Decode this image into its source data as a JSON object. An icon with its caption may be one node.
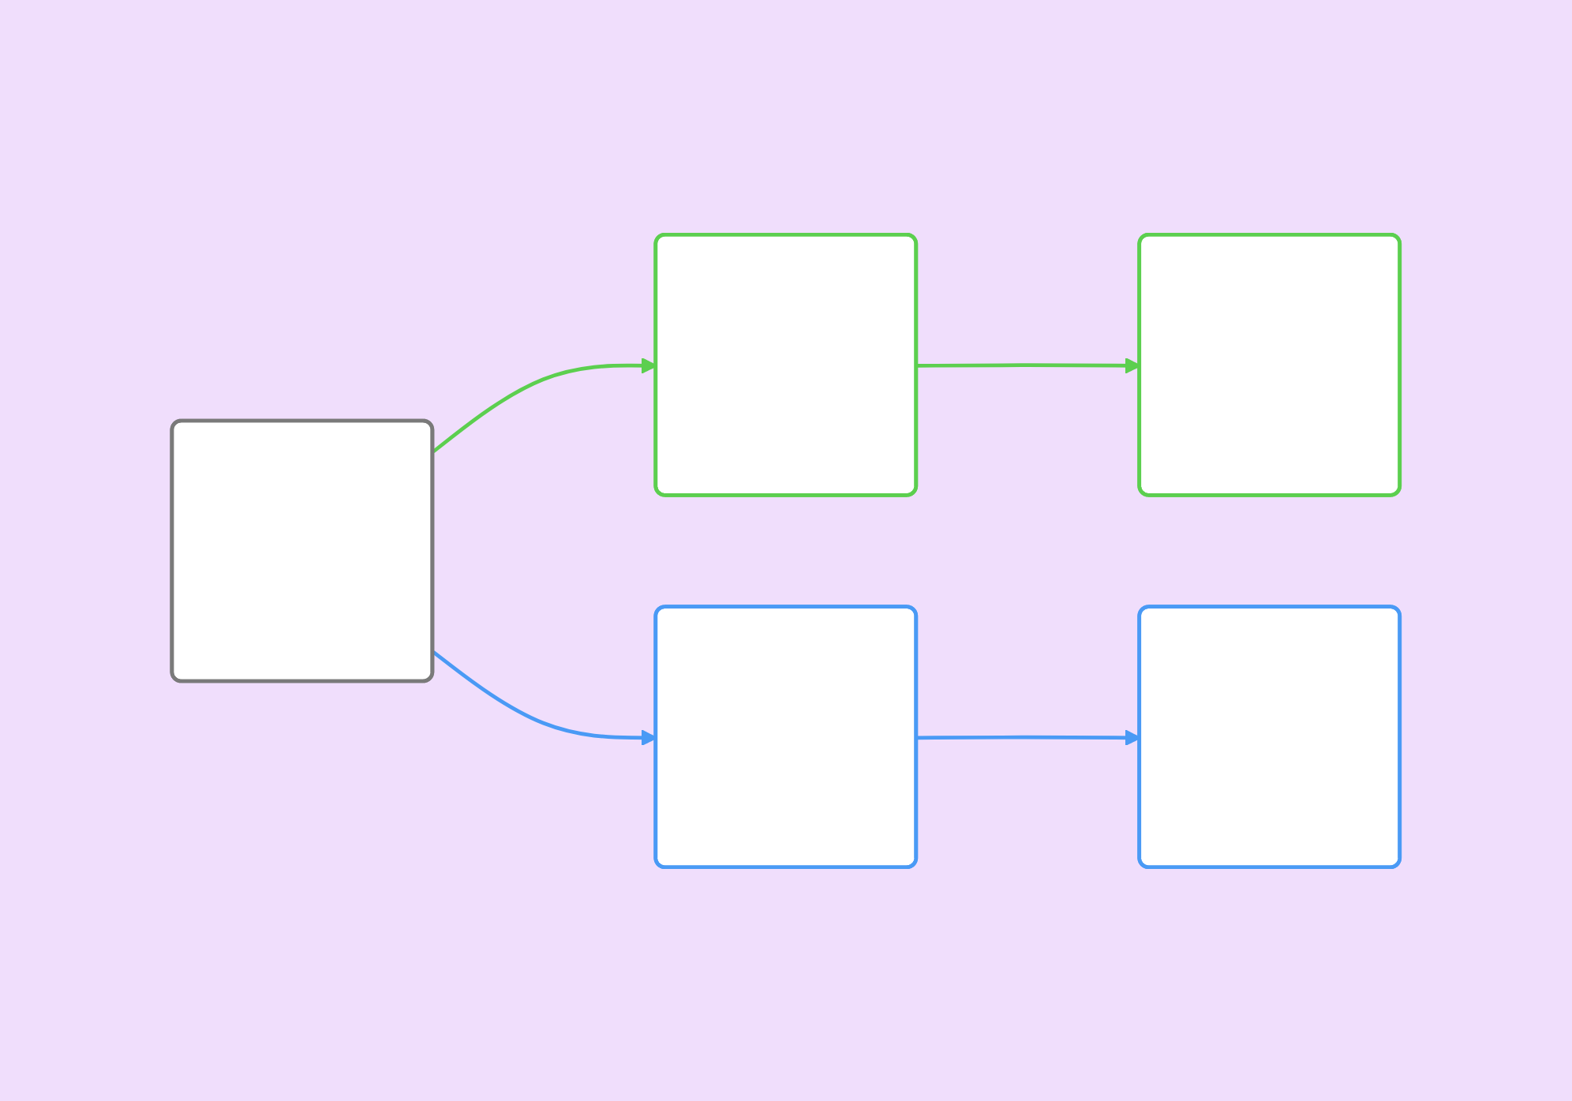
{
  "diagram": {
    "nodes": [
      {
        "text": [],
        "shape": "box"
      },
      {
        "text": [],
        "shape": "box"
      },
      {
        "text": [],
        "shape": "box"
      },
      {
        "text": [],
        "shape": "box"
      },
      {
        "text": [],
        "shape": "box"
      }
    ],
    "edges": [
      {
        "from": 0,
        "to": 1,
        "arrow": "to",
        "color": "#5ccf4f"
      },
      {
        "from": 0,
        "to": 2,
        "arrow": "to",
        "color": "#4a9af5"
      },
      {
        "from": 1,
        "to": 3,
        "arrow": "to",
        "color": "#5ccf4f"
      },
      {
        "from": 2,
        "to": 4,
        "arrow": "to",
        "color": "#4a9af5"
      }
    ]
  }
}
